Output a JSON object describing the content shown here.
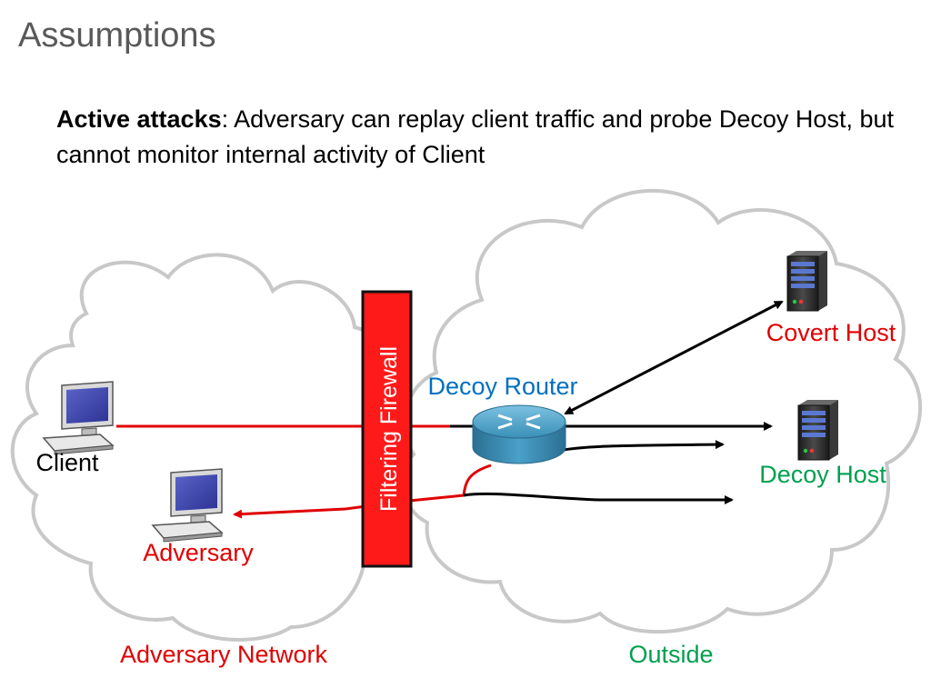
{
  "slide": {
    "title": "Assumptions",
    "lead_bold": "Active attacks",
    "lead_rest": ": Adversary can replay client traffic and probe Decoy Host, but cannot monitor internal activity of Client"
  },
  "diagram": {
    "firewall_label": "Filtering Firewall",
    "decoy_router_label": "Decoy Router",
    "client_label": "Client",
    "adversary_label": "Adversary",
    "covert_host_label": "Covert Host",
    "decoy_host_label": "Decoy Host",
    "adversary_network_label": "Adversary Network",
    "outside_label": "Outside"
  },
  "colors": {
    "red": "#e00000",
    "blue": "#0070c0",
    "green": "#00a050",
    "firewall_fill": "#ff1a1a",
    "router": "#3a8fb7"
  }
}
